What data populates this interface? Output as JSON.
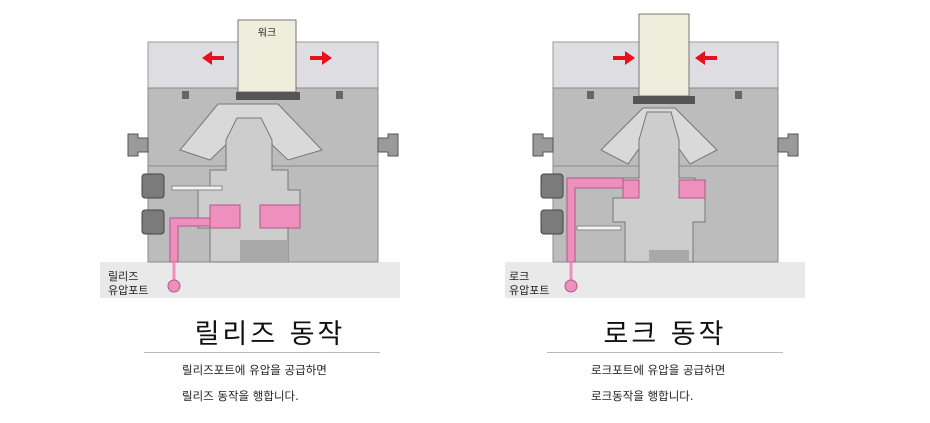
{
  "colors": {
    "top_plate": "#dedde1",
    "body": "#bcbcbc",
    "base": "#e9e9e9",
    "piston": "#cdcdcd",
    "work": "#efeddc",
    "oil": "#ef8fbd",
    "arrow": "#e8101c"
  },
  "release": {
    "work_label": "워크",
    "port_label": "릴리즈\n유압포트",
    "title": "릴리즈 동작",
    "desc_line1": "릴리즈포트에 유압을 공급하면",
    "desc_line2": "릴리즈 동작을 행합니다.",
    "arrows": "outward"
  },
  "lock": {
    "work_label": "",
    "port_label": "로크\n유압포트",
    "title": "로크 동작",
    "desc_line1": "로크포트에 유압을 공급하면",
    "desc_line2": "로크동작을 행합니다.",
    "arrows": "inward"
  }
}
